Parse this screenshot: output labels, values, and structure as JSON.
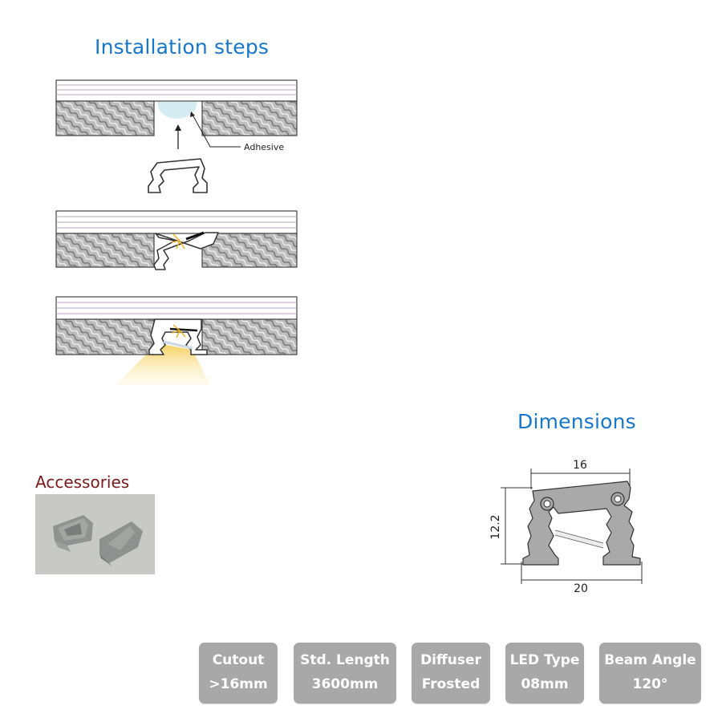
{
  "installation": {
    "title": "Installation steps",
    "adhesive_label": "Adhesive"
  },
  "accessories": {
    "title": "Accessories"
  },
  "dimensions": {
    "title": "Dimensions",
    "width_top": "16",
    "height": "12.2",
    "width_bottom": "20"
  },
  "specs": [
    {
      "label": "Cutout",
      "value": ">16mm"
    },
    {
      "label": "Std. Length",
      "value": "3600mm"
    },
    {
      "label": "Diffuser",
      "value": "Frosted"
    },
    {
      "label": "LED Type",
      "value": "08mm"
    },
    {
      "label": "Beam Angle",
      "value": "120°"
    }
  ],
  "colors": {
    "heading_blue": "#1877c9",
    "heading_red": "#7b1a1a",
    "badge_bg": "#a8a8a8",
    "light_beam": "#f6d77a"
  }
}
